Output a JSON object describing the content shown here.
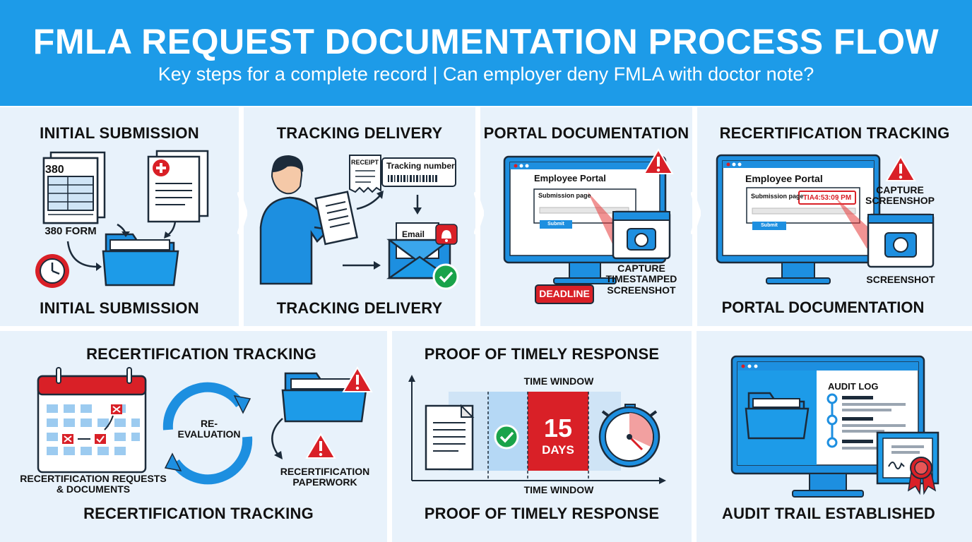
{
  "header": {
    "title": "FMLA REQUEST DOCUMENTATION PROCESS FLOW",
    "subtitle": "Key steps for a complete record | Can employer deny FMLA with doctor note?"
  },
  "panels": {
    "p1": {
      "title": "INITIAL SUBMISSION",
      "caption": "INITIAL SUBMISSION",
      "form_number": "380",
      "form_label": "380 FORM"
    },
    "p2": {
      "title": "TRACKING DELIVERY",
      "caption": "TRACKING DELIVERY",
      "receipt": "RECEIPT",
      "tracking": "Tracking number",
      "email": "Email"
    },
    "p3": {
      "title": "PORTAL DOCUMENTATION",
      "caption": "",
      "portal": "Employee Portal",
      "page": "Submission page",
      "submit": "Submit",
      "capture_l1": "CAPTURE",
      "capture_l2": "TIMESTAMPED",
      "capture_l3": "SCREENSHOT",
      "deadline": "DEADLINE"
    },
    "p4": {
      "title": "RECERTIFICATION TRACKING",
      "caption": "PORTAL DOCUMENTATION",
      "portal": "Employee Portal",
      "page": "Submission page",
      "timestamp": "TIA4:53:09 PM",
      "submit": "Submit",
      "capture_l1": "CAPTURE",
      "capture_l2": "SCREENSHOP",
      "screenshot": "SCREENSHOT"
    },
    "p5": {
      "title": "RECERTIFICATION TRACKING",
      "caption": "RECERTIFICATION TRACKING",
      "reeval_l1": "RE-",
      "reeval_l2": "EVALUATION",
      "req_l1": "RECERTIFICATION REQUESTS",
      "req_l2": "& DOCUMENTS",
      "paper_l1": "RECERTIFICATION",
      "paper_l2": "PAPERWORK"
    },
    "p6": {
      "title": "PROOF OF TIMELY RESPONSE",
      "caption": "PROOF OF TIMELY RESPONSE",
      "window_top": "TIME WINDOW",
      "window_bottom": "TIME WINDOW",
      "days_num": "15",
      "days_label": "DAYS"
    },
    "p7": {
      "title": "",
      "caption": "AUDIT TRAIL ESTABLISHED",
      "audit_log": "AUDIT LOG"
    }
  },
  "colors": {
    "brand_blue": "#1d9be8",
    "red": "#d92027",
    "green": "#1aa34a",
    "panel_bg": "#e8f2fb"
  }
}
